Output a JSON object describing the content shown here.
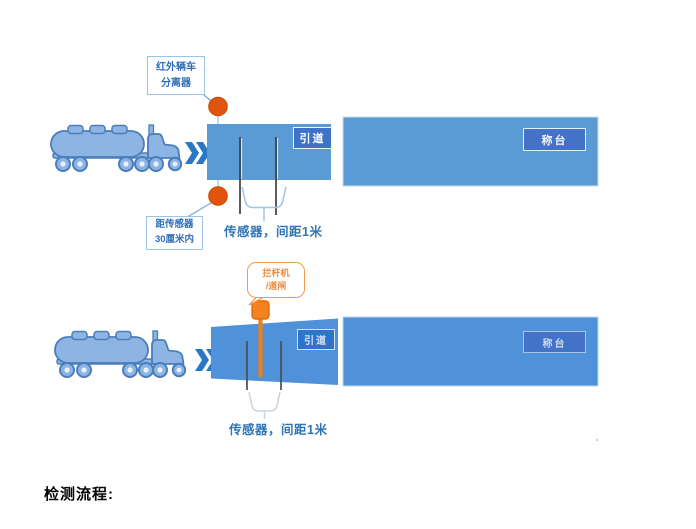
{
  "top_diagram": {
    "infrared_callout": {
      "line1": "红外辆车",
      "line2": "分离器"
    },
    "distance_callout": {
      "line1": "距传感器",
      "line2": "30厘米内"
    },
    "ramp_label": "引道",
    "platform_label": "称台",
    "sensor_label": "传感器，间距1米"
  },
  "bottom_diagram": {
    "barrier_callout": {
      "line1": "拦杆机",
      "line2": "/道闸"
    },
    "ramp_label": "引道",
    "platform_label": "称台",
    "sensor_label": "传感器，间距1米"
  },
  "footer": {
    "heading": "检测流程:"
  },
  "colors": {
    "shape_blue_top": "#5b9bd5",
    "shape_blue_bottom": "#4f92da",
    "label_box_blue": "#4472c4",
    "callout_border_blue": "#9dc3e6",
    "callout_text_blue": "#2e6fb7",
    "sensor_note_blue": "#2e75b6",
    "sensor_dot_orange": "#e0540e",
    "barrier_orange": "#f58220",
    "truck_fill": "#8eb4e3",
    "truck_stroke": "#4a7ebb",
    "chevron_blue": "#2878c8"
  }
}
